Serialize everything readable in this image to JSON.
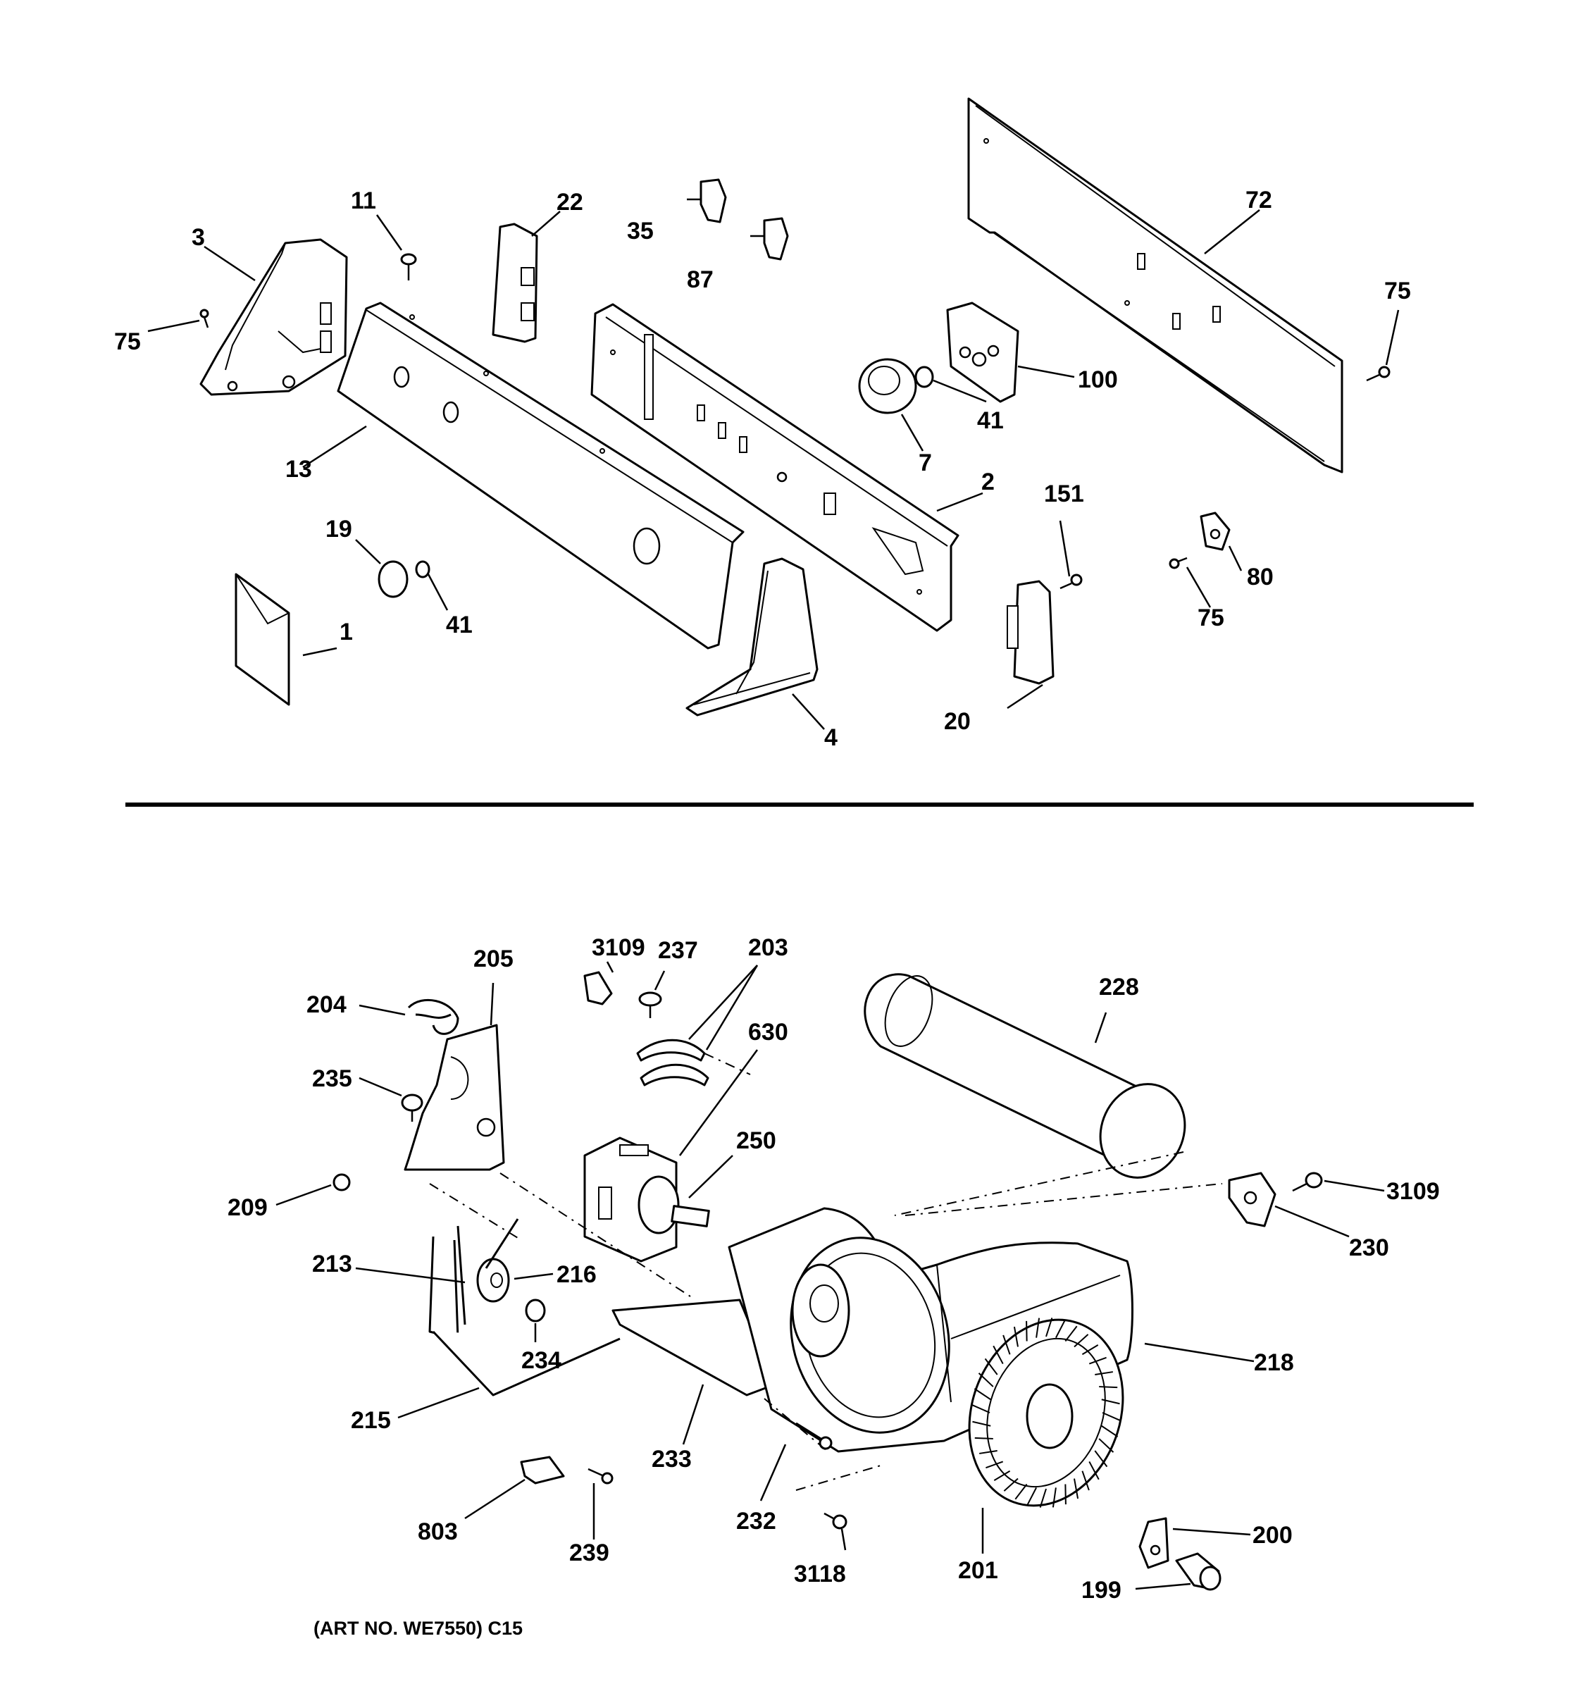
{
  "callouts": {
    "top": {
      "c1": "1",
      "c2": "2",
      "c3": "3",
      "c4": "4",
      "c7": "7",
      "c11": "11",
      "c13": "13",
      "c19": "19",
      "c20": "20",
      "c22": "22",
      "c35": "35",
      "c41a": "41",
      "c41b": "41",
      "c72": "72",
      "c75a": "75",
      "c75b": "75",
      "c75c": "75",
      "c80": "80",
      "c87": "87",
      "c100": "100",
      "c151": "151"
    },
    "bottom": {
      "c199": "199",
      "c200": "200",
      "c201": "201",
      "c203": "203",
      "c204": "204",
      "c205": "205",
      "c209": "209",
      "c213": "213",
      "c215": "215",
      "c216": "216",
      "c218": "218",
      "c228": "228",
      "c230": "230",
      "c232": "232",
      "c233": "233",
      "c234": "234",
      "c235": "235",
      "c237": "237",
      "c239": "239",
      "c250": "250",
      "c630": "630",
      "c803": "803",
      "c3109a": "3109",
      "c3109b": "3109",
      "c3118": "3118"
    }
  },
  "art_reference": "(ART NO. WE7550) C15"
}
